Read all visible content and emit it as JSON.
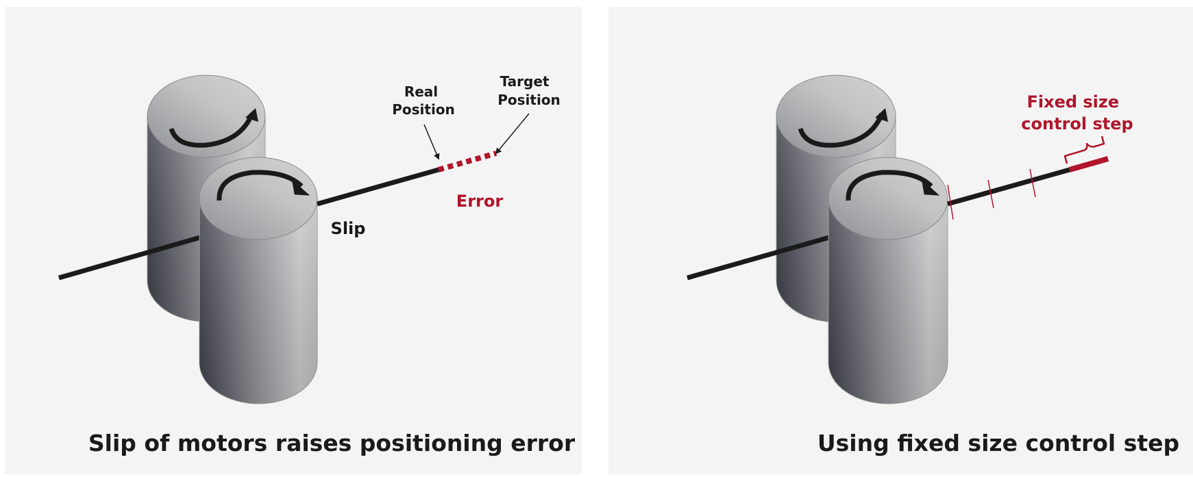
{
  "panels": [
    {
      "caption": "Slip of motors raises positioning error",
      "real_position_label": [
        "Real",
        "Position"
      ],
      "target_position_label": [
        "Target",
        "Position"
      ],
      "error_label": "Error",
      "slip_label": "Slip"
    },
    {
      "caption": "Using fixed size control step",
      "step_label": [
        "Fixed size",
        "control step"
      ]
    }
  ],
  "colors": {
    "panel_bg": "#f4f4f4",
    "accent_red": "#b0152a",
    "rod": "#1b1b1b",
    "text": "#1a1a1a"
  }
}
